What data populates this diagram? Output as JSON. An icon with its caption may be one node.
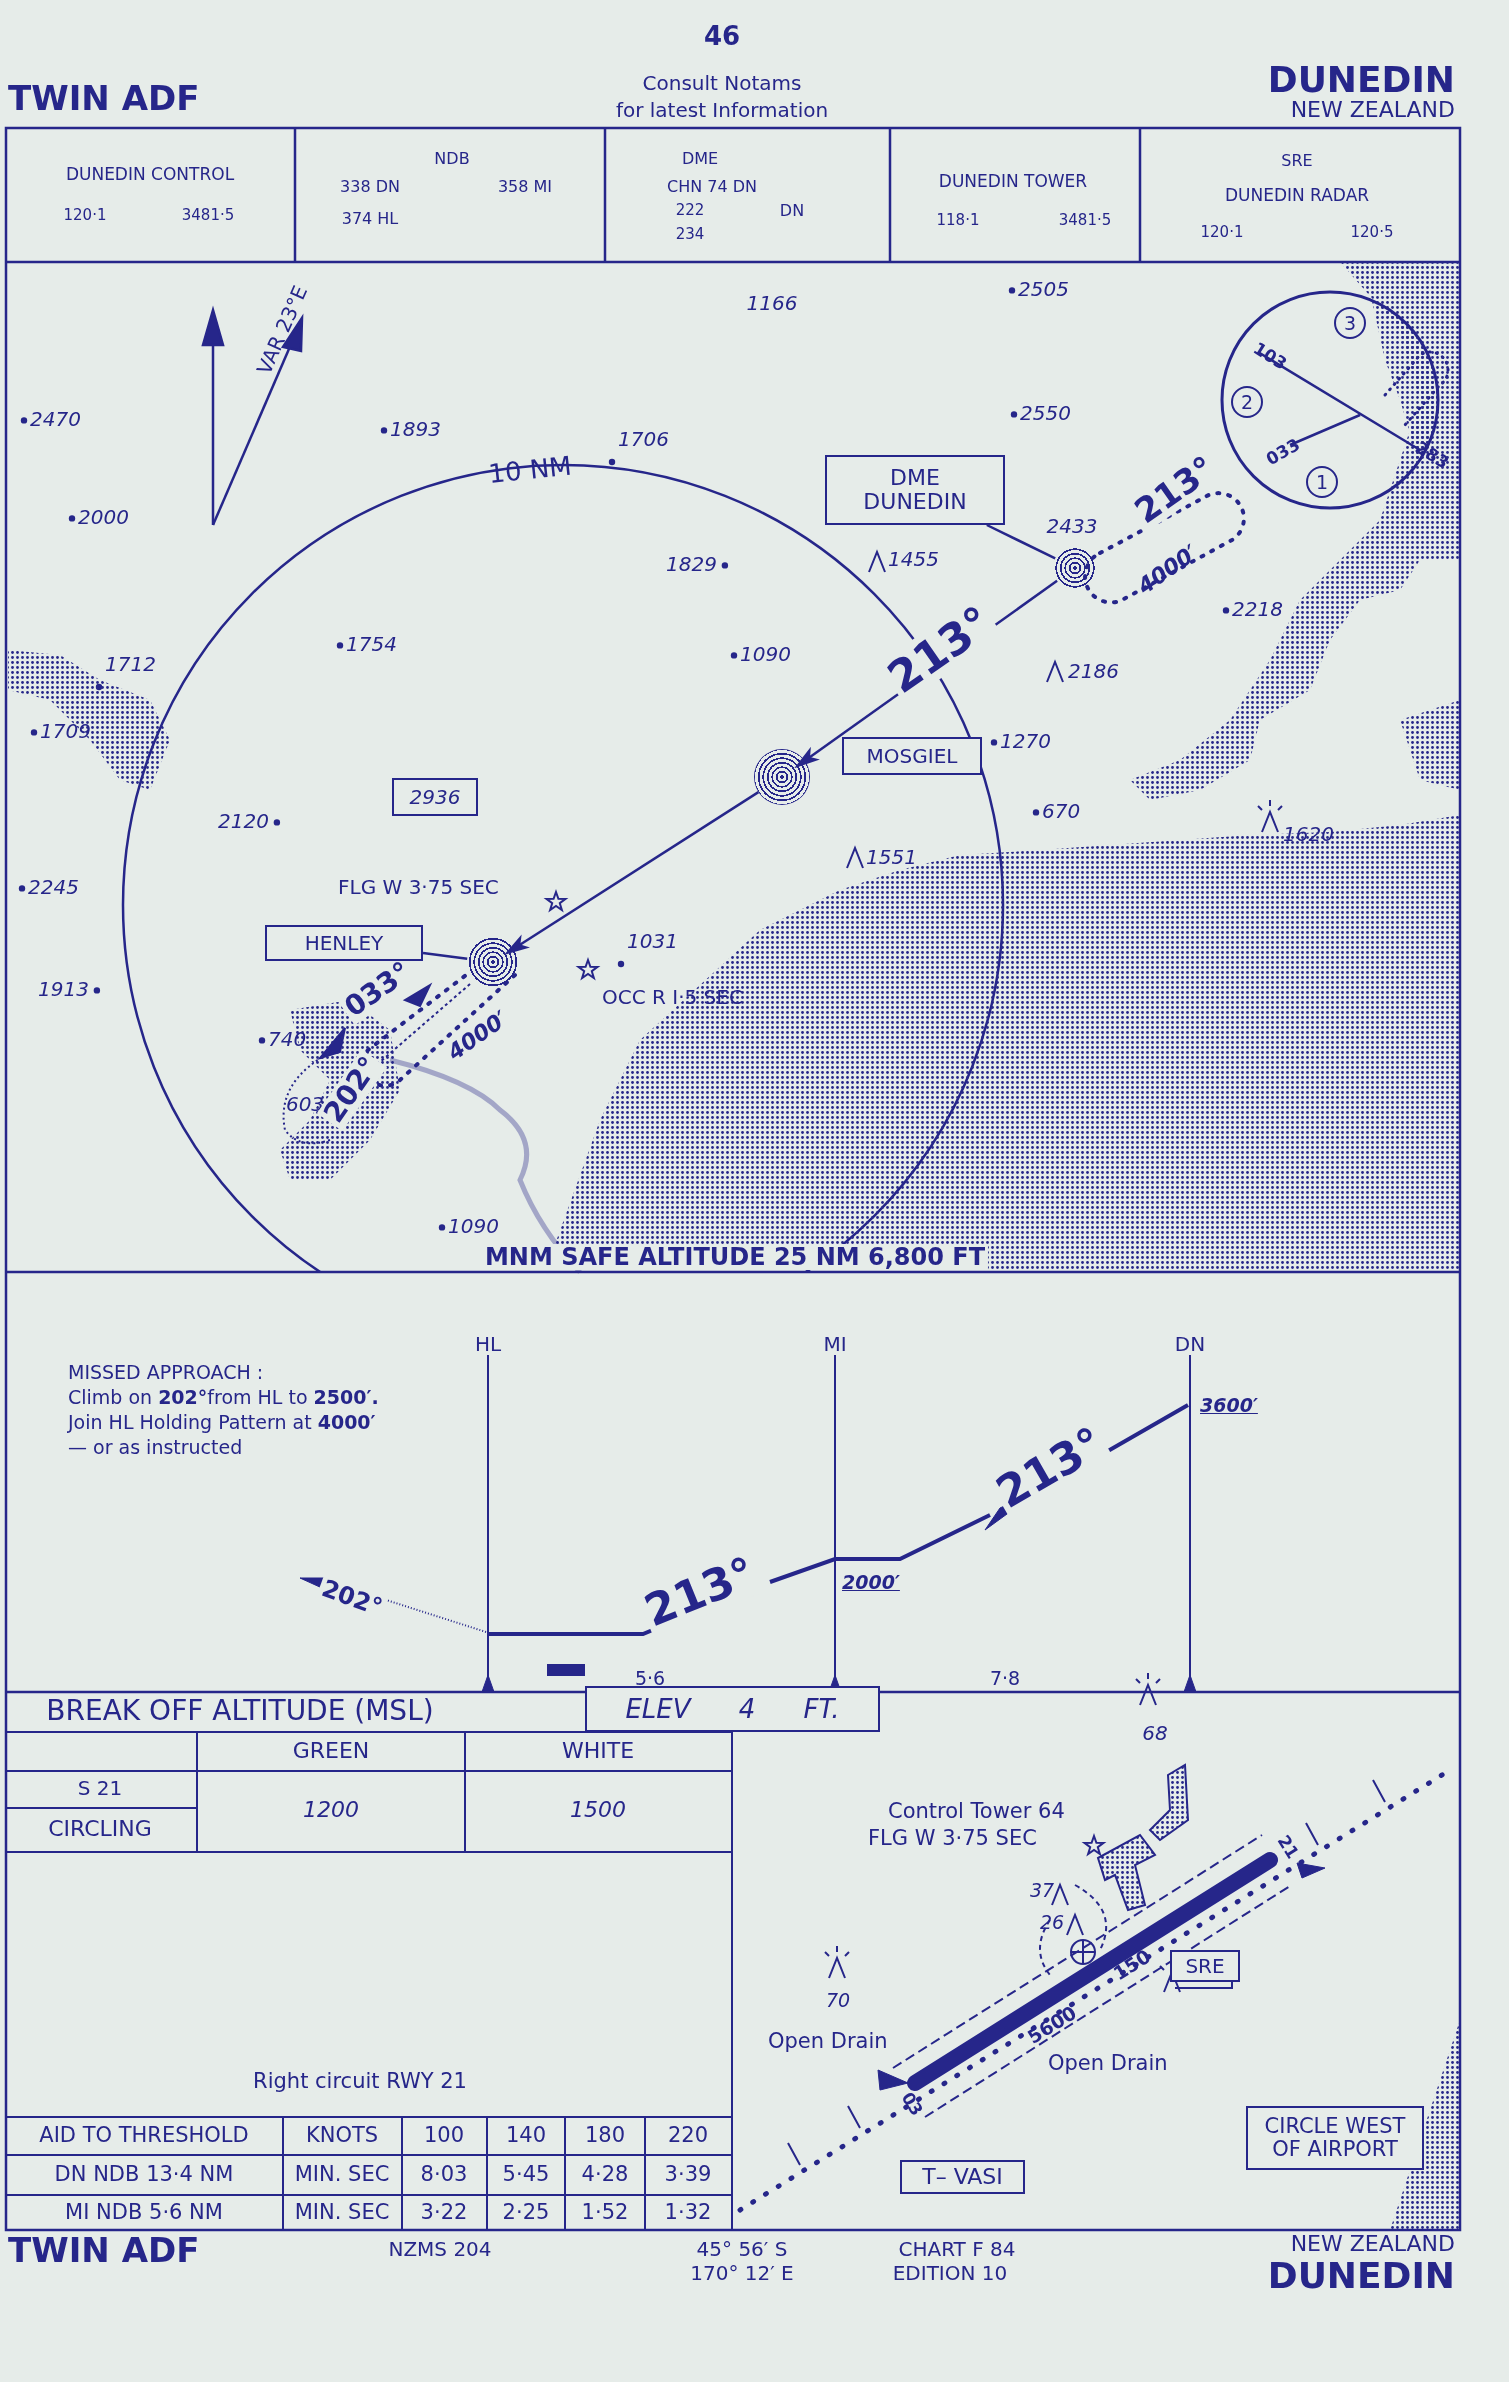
{
  "diagram": {
    "nodes": [
      {
        "text": [
          "DME",
          "DUNEDIN"
        ]
      },
      {
        "text": [],
        "shape": "circle"
      },
      {
        "text": [
          "MOSGIEL"
        ]
      },
      {
        "text": [],
        "shape": "circle"
      },
      {
        "text": [
          "2936"
        ]
      },
      {
        "text": [
          "HENLEY"
        ]
      },
      {
        "text": [],
        "shape": "circle"
      },
      {
        "text": [
          "ELEV 4 FT."
        ]
      },
      {
        "text": [
          "SRE"
        ]
      },
      {
        "text": [
          "T– VASI"
        ]
      },
      {
        "text": [
          "CIRCLE WEST OF AIRPORT"
        ]
      },
      {
        "text": [
          "3"
        ]
      },
      {
        "text": [
          "2"
        ]
      },
      {
        "text": [
          "1"
        ]
      }
    ],
    "edges": [
      {
        "from": 0,
        "to": 1,
        "arrow": "none"
      },
      {
        "from": 5,
        "to": 6,
        "arrow": "none"
      },
      {
        "from": 1,
        "to": 3,
        "arrow": "to"
      },
      {
        "from": 3,
        "to": 6,
        "arrow": "to"
      }
    ],
    "labels": [
      "46",
      "Consult Notams",
      "for latest Information",
      "TWIN ADF",
      "DUNEDIN",
      "NEW ZEALAND",
      "DUNEDIN CONTROL",
      "120·1",
      "3481·5",
      "NDB",
      "338 DN",
      "358 MI",
      "374 HL",
      "DME",
      "CHN 74 DN",
      "222",
      "DN",
      "234",
      "DUNEDIN TOWER",
      "118·1",
      "3481·5",
      "SRE",
      "DUNEDIN RADAR",
      "120·1",
      "120·5",
      "1166",
      "2505",
      "2470",
      "1893",
      "1706",
      "2550",
      "2000",
      "10 NM",
      "2433",
      "1829",
      "1455",
      "2218",
      "1754",
      "1712",
      "1090",
      "213°",
      "2186",
      "213°",
      "4000′",
      "1709",
      "1270",
      "670",
      "1620",
      "2120",
      "1551",
      "2245",
      "FLG W 3·75 SEC",
      "1031",
      "OCC R I·5 SEC",
      "1913",
      "740",
      "033°",
      "4000′",
      "603",
      "202°",
      "1090",
      "MNM SAFE ALTITUDE 25 NM 6,800 FT",
      "VAR 23°E",
      "103",
      "033",
      "283",
      "HL",
      "MI",
      "DN",
      "MISSED APPROACH :",
      "Climb on **202°**from HL to **2500′.**",
      "Join HL Holding Pattern at **4000′**",
      "— or as instructed",
      "3600′",
      "213°",
      "2000′",
      "213°",
      "202°",
      "5·6",
      "7·8",
      "BREAK OFF ALTITUDE (MSL)",
      "GREEN",
      "WHITE",
      "S 21",
      "CIRCLING",
      "1200",
      "1500",
      "Right circuit RWY 21",
      "AID TO THRESHOLD",
      "KNOTS",
      "100",
      "140",
      "180",
      "220",
      "DN NDB 13·4 NM",
      "MIN. SEC",
      "8·03",
      "5·45",
      "4·28",
      "3·39",
      "MI NDB 5·6 NM",
      "MIN. SEC",
      "3·22",
      "2·25",
      "1·52",
      "1·32",
      "68",
      "Control Tower 64",
      "FLG W 3·75 SEC",
      "37",
      "26",
      "150",
      "5600",
      "70",
      "Open Drain",
      "Open Drain",
      "21",
      "03",
      "TWIN ADF",
      "NZMS 204",
      "45° 56′ S",
      "170° 12′ E",
      "CHART F 84",
      "EDITION 10",
      "NEW ZEALAND",
      "DUNEDIN"
    ]
  }
}
